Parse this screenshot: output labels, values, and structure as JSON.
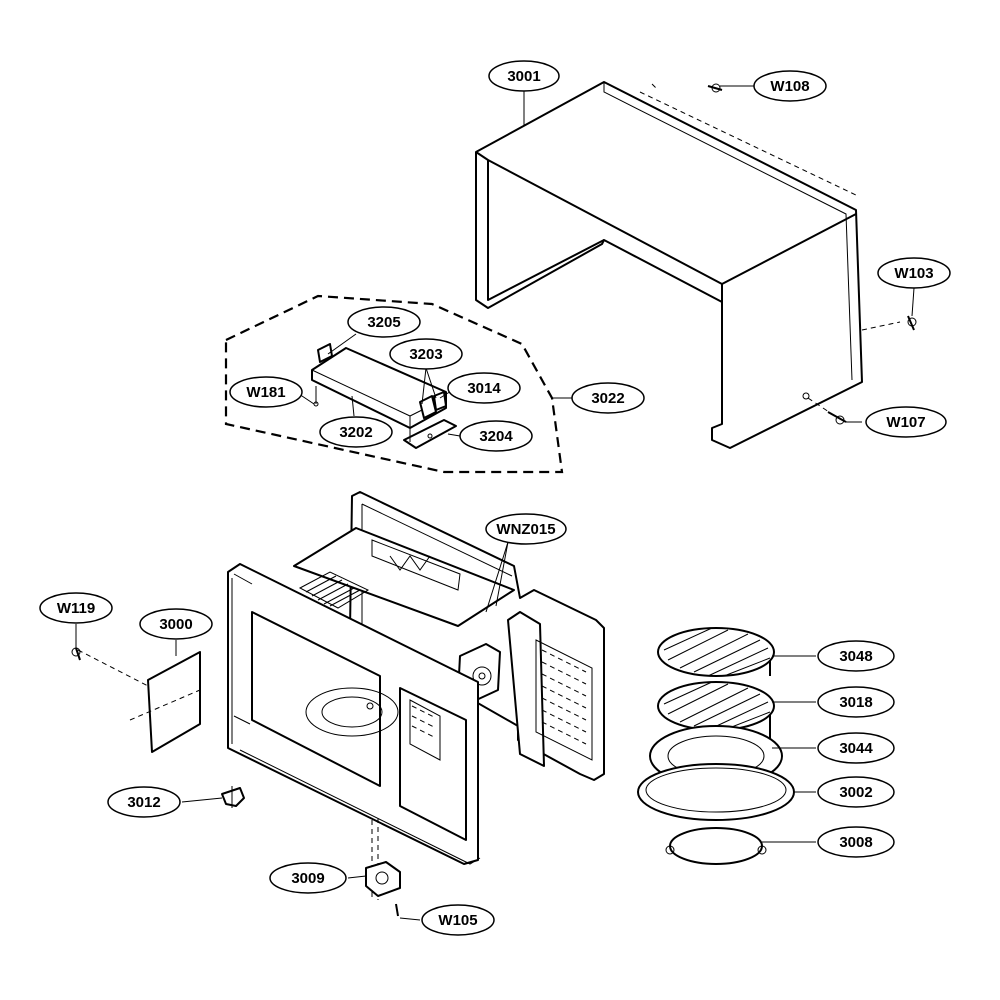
{
  "callouts": [
    {
      "id": "3001"
    },
    {
      "id": "W108"
    },
    {
      "id": "W103"
    },
    {
      "id": "W107"
    },
    {
      "id": "3205"
    },
    {
      "id": "3203"
    },
    {
      "id": "W181"
    },
    {
      "id": "3014"
    },
    {
      "id": "3022"
    },
    {
      "id": "3202"
    },
    {
      "id": "3204"
    },
    {
      "id": "WNZ015"
    },
    {
      "id": "W119"
    },
    {
      "id": "3000"
    },
    {
      "id": "3048"
    },
    {
      "id": "3018"
    },
    {
      "id": "3044"
    },
    {
      "id": "3002"
    },
    {
      "id": "3012"
    },
    {
      "id": "3008"
    },
    {
      "id": "3009"
    },
    {
      "id": "W105"
    }
  ]
}
